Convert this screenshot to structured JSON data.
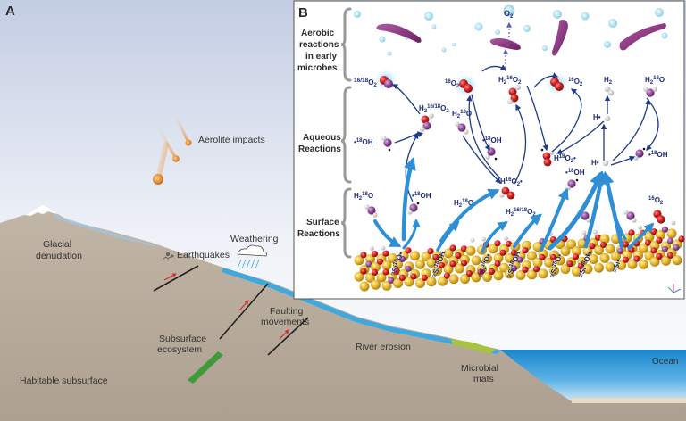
{
  "panel_a": {
    "letter": "A",
    "labels": {
      "aerolite": "Aerolite impacts",
      "glacial_1": "Glacial",
      "glacial_2": "denudation",
      "earthquakes": "Earthquakes",
      "weathering": "Weathering",
      "faulting_1": "Faulting",
      "faulting_2": "movements",
      "subsurface_1": "Subsurface",
      "subsurface_2": "ecosystem",
      "river": "River erosion",
      "microbial_1": "Microbial",
      "microbial_2": "mats",
      "ocean": "Ocean",
      "habitable": "Habitable subsurface"
    }
  },
  "panel_b": {
    "letter": "B",
    "rows": {
      "aerobic_1": "Aerobic",
      "aerobic_2": "reactions",
      "aerobic_3": "in early",
      "aerobic_4": "microbes",
      "aqueous_1": "Aqueous",
      "aqueous_2": "Reactions",
      "surface_1": "Surface",
      "surface_2": "Reactions"
    },
    "species": {
      "o2_top": "O",
      "o2_top_sub": "2",
      "o2_mixed": "O",
      "o2_mixed_sup": "16/18",
      "o2_mixed_sub": "2",
      "o2_16a": "O",
      "o2_16a_sup": "16",
      "o2_16a_sub": "2",
      "h2o2_a": "H",
      "h2o2_a_sub": "2",
      "h2o2_a_sup": "16",
      "h2o2_a_o": "O",
      "h2o2_a_sub2": "2",
      "o2_16b": "O",
      "o2_16b_sup": "16",
      "o2_16b_sub": "2",
      "h2": "H",
      "h2_sub": "2",
      "h218o_r": "H",
      "h218o_r_sub": "2",
      "h218o_r_sup": "18",
      "h218o_r_o": "O",
      "h2_1618o2": "H",
      "h2_1618o2_sub": "2",
      "h2_1618o2_sup": "16/18",
      "h2_1618o2_o": "O",
      "h2_1618o2_sub2": "2",
      "oh18_left": "•",
      "oh18_left_sup": "18",
      "oh18_left_t": "OH",
      "h218o_l": "H",
      "h218o_l_sub": "2",
      "h218o_l_sup": "18",
      "h218o_l_o": "O",
      "oh18_mid": "•",
      "oh18_mid_sup": "18",
      "oh18_mid_t": "OH",
      "ho2_mid": "H",
      "ho2_mid_sup": "16",
      "ho2_mid_o": "O",
      "ho2_mid_sub": "2",
      "ho2_mid_dot": "•",
      "ho2_right": "H",
      "ho2_right_sup": "18",
      "ho2_right_o": "O",
      "ho2_right_sub": "2",
      "ho2_right_dot": "•",
      "hdot_1": "H•",
      "hdot_2": "H•",
      "oh18_right": "•",
      "oh18_right_sup": "18",
      "oh18_right_t": "OH",
      "h218o_s": "H",
      "h218o_s_sub": "2",
      "h218o_s_sup": "18",
      "h218o_s_o": "O",
      "oh18_s1": "•",
      "oh18_s1_sup": "18",
      "oh18_s1_t": "OH",
      "h218o_s2": "H",
      "h218o_s2_sub": "2",
      "h218o_s2_sup": "18",
      "h218o_s2_o": "O",
      "h2_1618o2_s": "H",
      "h2_1618o2_s_sub": "2",
      "h2_1618o2_s_sup": "16/18",
      "h2_1618o2_s_o": "O",
      "h2_1618o2_s_sub2": "2",
      "oh18_s2": "•",
      "oh18_s2_sup": "18",
      "oh18_s2_t": "OH",
      "o2_16c": "O",
      "o2_16c_sup": "16",
      "o2_16c_sub": "2"
    },
    "surface_labels": {
      "s1": "≡Si",
      "s1_sup": "16",
      "s1_t": "O•",
      "s2": "≡Si",
      "s2_sup": "18",
      "s2_t": "OH",
      "s3": "≡Si",
      "s3_sup": "16",
      "s3_t": "O•",
      "s4": "≡Si",
      "s4_sup": "18",
      "s4_t": "OH",
      "s5": "≡Si",
      "s5_sup": "16",
      "s5_t": "O•",
      "s6": "≡Si",
      "s6_sup": "18",
      "s6_t": "OH",
      "s7": "≡Si•"
    }
  },
  "colors": {
    "sky_top": "#c9d3e6",
    "sky_bottom": "#ffffff",
    "ground": "#b7ab9d",
    "ocean": "#1c8fd0",
    "river": "#3fa8df",
    "microbial": "#a9c23f",
    "ecosystem": "#3f9a3a",
    "arrow": "#1e3a8a",
    "surface_arrow": "#2f8fd4",
    "silicon": "#e6b832",
    "oxygen": "#c81e1e",
    "o18": "#8e4b9e",
    "microbe": "#8d2a7e"
  }
}
